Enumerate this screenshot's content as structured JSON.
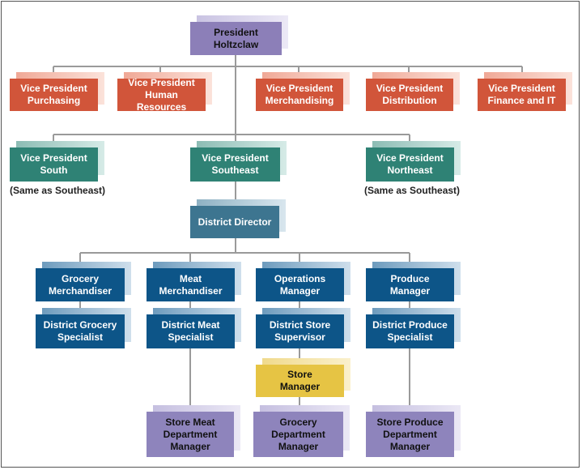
{
  "nodes": {
    "president": "President\nHoltzclaw",
    "vp_purchasing": "Vice President\nPurchasing",
    "vp_hr": "Vice President\nHuman Resources",
    "vp_merch": "Vice President\nMerchandising",
    "vp_dist": "Vice President\nDistribution",
    "vp_fin": "Vice President\nFinance and IT",
    "vp_south": "Vice President\nSouth",
    "vp_southeast": "Vice President\nSoutheast",
    "vp_northeast": "Vice President\nNortheast",
    "district_director": "District Director",
    "grocery_merch": "Grocery\nMerchandiser",
    "meat_merch": "Meat\nMerchandiser",
    "ops_manager": "Operations\nManager",
    "produce_manager": "Produce\nManager",
    "dist_grocery": "District Grocery\nSpecialist",
    "dist_meat": "District Meat\nSpecialist",
    "dist_store_sup": "District Store\nSupervisor",
    "dist_produce": "District Produce\nSpecialist",
    "store_manager": "Store\nManager",
    "store_meat": "Store Meat\nDepartment\nManager",
    "grocery_dept": "Grocery\nDepartment\nManager",
    "store_produce": "Store Produce\nDepartment\nManager"
  },
  "notes": {
    "south_note": "(Same as Southeast)",
    "northeast_note": "(Same as Southeast)"
  },
  "colors": {
    "executive": "#8c7fb8",
    "functional_vp": "#d1553a",
    "regional_vp": "#2f8275",
    "district_director": "#3d7590",
    "district_staff": "#0d5588",
    "store_manager": "#e6c444",
    "department_manager": "#8e84bc",
    "connector": "#9a9a9a"
  }
}
